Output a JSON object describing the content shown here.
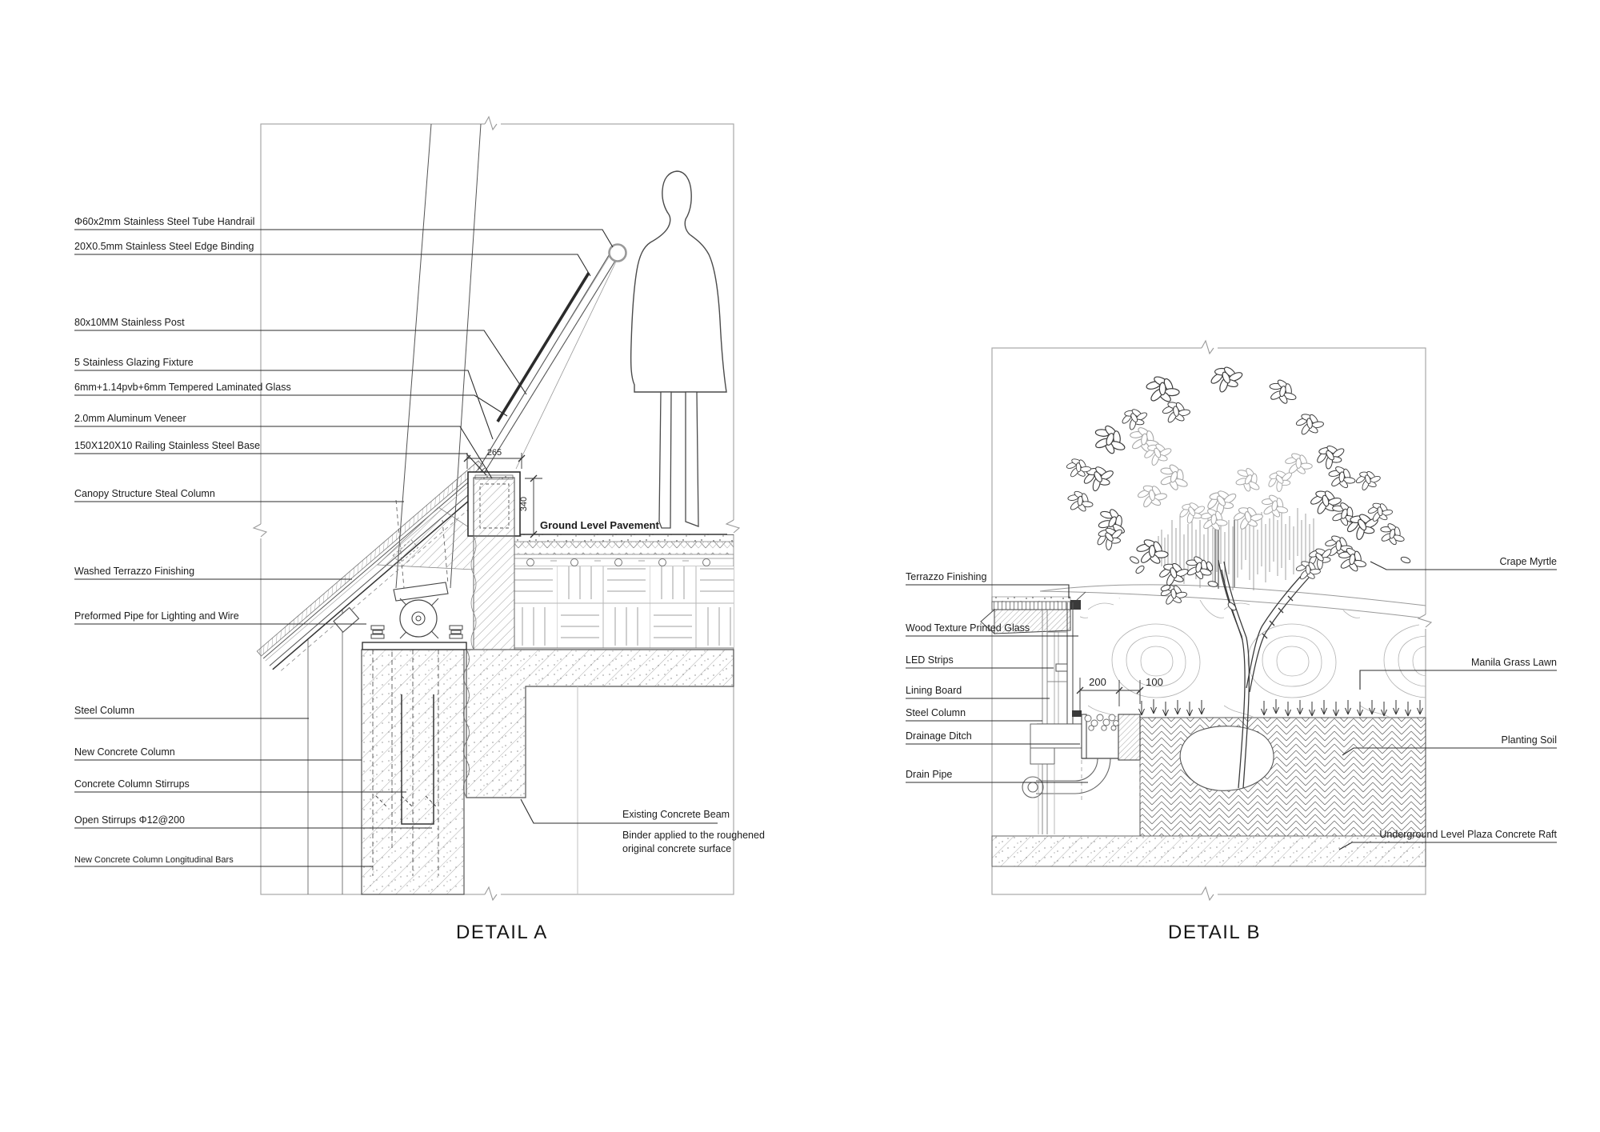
{
  "detail_a": {
    "title": "DETAIL A",
    "labels_left": [
      "Φ60x2mm Stainless Steel Tube Handrail",
      "20X0.5mm Stainless Steel Edge Binding",
      "80x10MM Stainless Post",
      "5 Stainless Glazing Fixture",
      "6mm+1.14pvb+6mm Tempered Laminated Glass",
      "2.0mm Aluminum Veneer",
      "150X120X10 Railing Stainless Steel Base",
      "Canopy Structure Steal Column",
      "Washed Terrazzo Finishing",
      "Preformed Pipe for Lighting and Wire",
      "Steel Column",
      "New Concrete Column",
      "Concrete Column Stirrups",
      "Open Stirrups Φ12@200",
      "New Concrete Column Longitudinal Bars"
    ],
    "ground_label": "Ground Level Pavement",
    "beam_label": "Existing Concrete Beam",
    "binder_note_line1": "Binder applied to the roughened",
    "binder_note_line2": "original concrete surface",
    "dims": {
      "base_width": "265",
      "base_height": "340"
    }
  },
  "detail_b": {
    "title": "DETAIL B",
    "labels_left": [
      "Terrazzo Finishing",
      "Wood Texture Printed Glass",
      "LED Strips",
      "Lining Board",
      "Steel Column",
      "Drainage Ditch",
      "Drain Pipe"
    ],
    "labels_right": [
      "Crape Myrtle",
      "Manila Grass Lawn",
      "Planting Soil",
      "Underground Level Plaza Concrete Raft"
    ],
    "dims": {
      "ditch_width": "200",
      "edge_width": "100"
    }
  }
}
